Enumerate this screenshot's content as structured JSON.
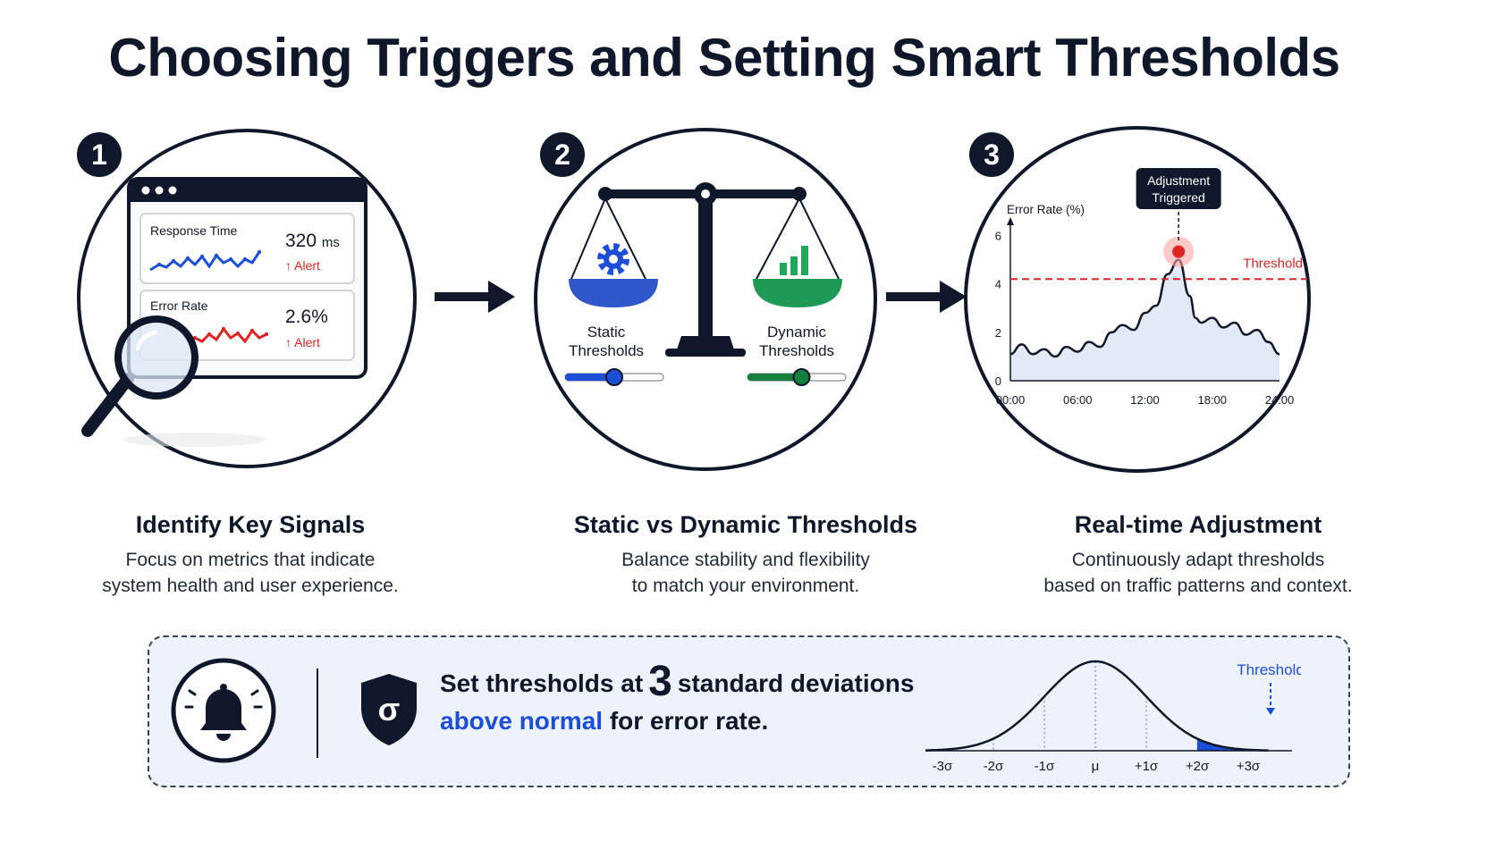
{
  "title": "Choosing Triggers and Setting Smart Thresholds",
  "steps": [
    {
      "number": "1",
      "title": "Identify Key Signals",
      "desc_line1": "Focus on metrics that indicate",
      "desc_line2": "system health and user experience."
    },
    {
      "number": "2",
      "title": "Static vs Dynamic Thresholds",
      "desc_line1": "Balance stability and flexibility",
      "desc_line2": "to match your environment."
    },
    {
      "number": "3",
      "title": "Real-time Adjustment",
      "desc_line1": "Continuously adapt thresholds",
      "desc_line2": "based on traffic patterns and context."
    }
  ],
  "dashboard": {
    "metric1_label": "Response Time",
    "metric1_value": "320",
    "metric1_unit": "ms",
    "metric1_alert": "↑ Alert",
    "metric2_label": "Error Rate",
    "metric2_value": "2.6%",
    "metric2_alert": "↑ Alert"
  },
  "scale": {
    "left_line1": "Static",
    "left_line2": "Thresholds",
    "right_line1": "Dynamic",
    "right_line2": "Thresholds",
    "left_slider": 0.5,
    "right_slider": 0.55
  },
  "chart_data": {
    "type": "area",
    "ylabel": "Error Rate (%)",
    "x_ticks": [
      "00:00",
      "06:00",
      "12:00",
      "18:00",
      "24:00"
    ],
    "y_ticks": [
      "0",
      "2",
      "4",
      "6"
    ],
    "ylim": [
      0,
      6.5
    ],
    "xlim": [
      0,
      24
    ],
    "x": [
      0,
      1,
      2,
      3,
      4,
      5,
      6,
      7,
      8,
      9,
      10,
      11,
      12,
      13,
      14,
      15,
      16,
      16.5,
      17,
      18,
      19,
      20,
      21,
      22,
      23,
      24
    ],
    "values": [
      1.1,
      1.5,
      1.1,
      1.3,
      1.0,
      1.4,
      1.2,
      1.6,
      1.4,
      2.0,
      2.3,
      2.1,
      2.8,
      3.1,
      4.4,
      5.0,
      3.5,
      2.6,
      2.4,
      2.6,
      2.2,
      2.4,
      1.9,
      2.1,
      1.6,
      1.1
    ],
    "threshold": 4.2,
    "threshold_label": "Threshold",
    "peak_x": 15,
    "callout_line1": "Adjustment",
    "callout_line2": "Triggered",
    "grid": false
  },
  "bottom": {
    "text_prefix": "Set thresholds at",
    "text_number": "3",
    "text_suffix": "standard deviations",
    "text_highlight": "above normal",
    "text_end": "for error rate.",
    "sigma_glyph": "σ",
    "bell_threshold_label": "Threshold",
    "bell_ticks": [
      "-3σ",
      "-2σ",
      "-1σ",
      "μ",
      "+1σ",
      "+2σ",
      "+3σ"
    ]
  },
  "colors": {
    "navy": "#0f172a",
    "blue": "#1d4ed8",
    "green": "#15803d",
    "red": "#dc2626",
    "bg_box": "#eef2fb"
  }
}
